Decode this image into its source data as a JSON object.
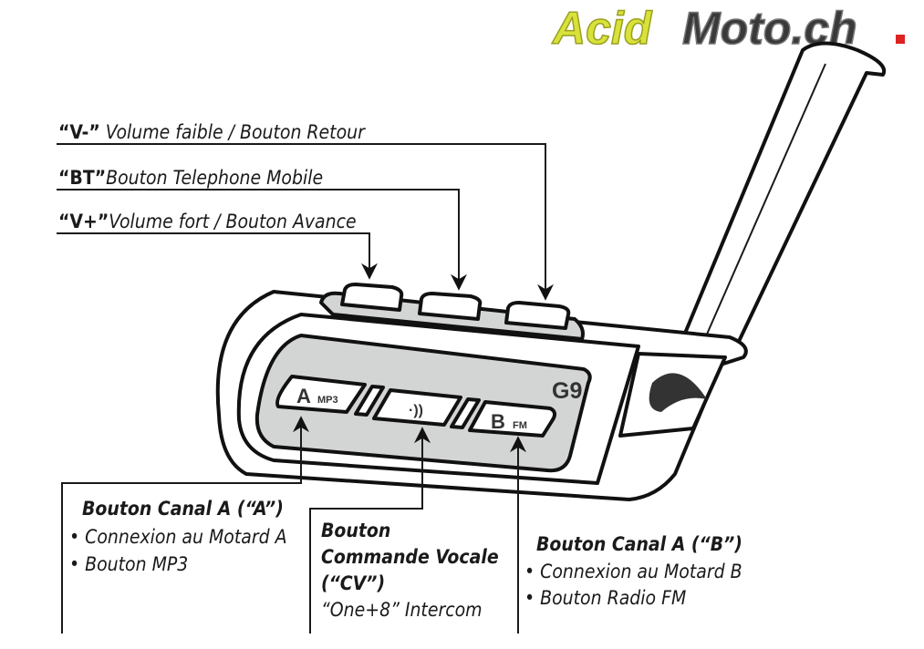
{
  "logo": {
    "part1": "Acid",
    "part2": "Moto.ch",
    "color1": "#d8e23a",
    "color2": "#3a3a3a"
  },
  "device": {
    "model": "G9",
    "button_a": "A",
    "button_a_sub": "MP3",
    "button_b": "B",
    "button_b_sub": "FM",
    "button_cv_icon": "voice-wave-icon"
  },
  "top_labels": [
    {
      "key": "“V-”",
      "text": " Volume faible / Bouton Retour"
    },
    {
      "key": "“BT”",
      "text": "Bouton Telephone Mobile"
    },
    {
      "key": "“V+”",
      "text": "Volume fort / Bouton Avance"
    }
  ],
  "bottom_labels": {
    "a": {
      "title": "Bouton Canal A (“A”)",
      "items": [
        "• Connexion au Motard A",
        "• Bouton MP3"
      ]
    },
    "cv": {
      "title_lines": [
        "Bouton",
        "Commande Vocale",
        "(“CV”)"
      ],
      "subtitle": "“One+8” Intercom"
    },
    "b": {
      "title": "Bouton Canal A (“B”)",
      "items": [
        "• Connexion au Motard B",
        "• Bouton Radio FM"
      ]
    }
  }
}
